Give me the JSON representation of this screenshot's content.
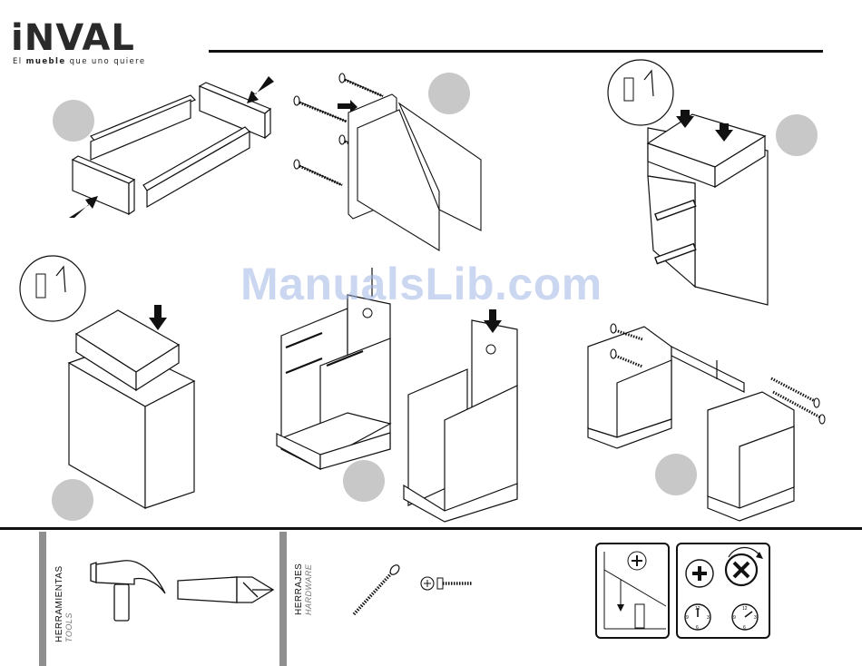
{
  "brand": {
    "logo_text": "iNVAL",
    "tagline_prefix": "El",
    "tagline_bold": "mueble",
    "tagline_suffix": "que uno quiere"
  },
  "watermark": "ManualsLib.com",
  "tools": {
    "label": "HERRAMIENTAS",
    "sublabel": "TOOLS"
  },
  "hardware": {
    "label": "HERRAJES",
    "sublabel": "HARDWARE"
  },
  "clock_labels": {
    "twelve": "12",
    "three": "3",
    "six": "6",
    "nine": "9"
  },
  "colors": {
    "step_circle": "#c8c8c8",
    "side_bar": "#8f8f8f",
    "watermark": "#a0b6e4"
  }
}
